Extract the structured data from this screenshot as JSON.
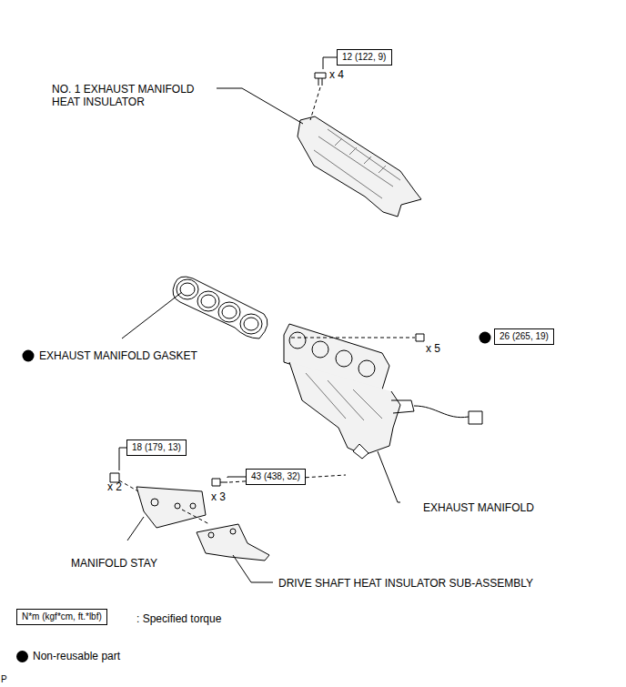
{
  "diagram": {
    "nodes": [
      {
        "text": [
          "12 (122, 9)"
        ]
      },
      {
        "text": [
          "26 (265, 19)"
        ]
      },
      {
        "text": [
          "18 (179, 13)"
        ]
      },
      {
        "text": [
          "43 (438, 32)"
        ]
      },
      {
        "text": [
          "N*m (kgf*cm, ft.*lbf)"
        ]
      }
    ],
    "labels": [
      "NO. 1 EXHAUST MANIFOLD HEAT INSULATOR",
      "x 4",
      "EXHAUST MANIFOLD GASKET",
      "x 5",
      "EXHAUST MANIFOLD",
      "x 2",
      "x 3",
      "MANIFOLD STAY",
      "DRIVE SHAFT HEAT INSULATOR SUB-ASSEMBLY",
      "P"
    ],
    "legend": [
      {
        "text": ": Specified torque"
      },
      {
        "text": "Non-reusable part",
        "color": "#000000"
      }
    ]
  }
}
